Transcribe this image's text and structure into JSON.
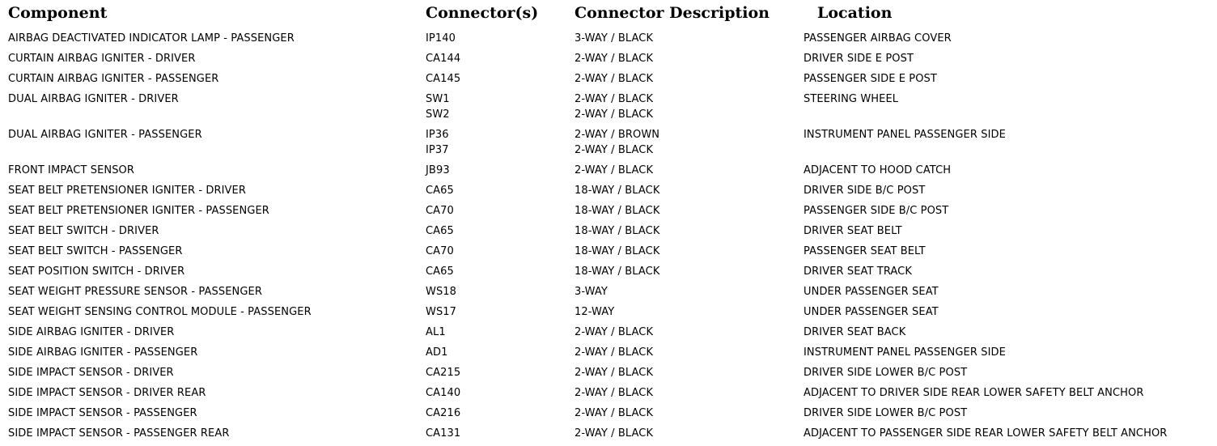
{
  "header": {
    "component": "Component",
    "connectors": "Connector(s)",
    "description": "Connector Description",
    "location": "Location"
  },
  "rows": [
    {
      "component": "AIRBAG DEACTIVATED INDICATOR LAMP -  PASSENGER",
      "connectors": [
        "IP140"
      ],
      "descriptions": [
        "3-WAY / BLACK"
      ],
      "location": "PASSENGER AIRBAG COVER"
    },
    {
      "component": "CURTAIN AIRBAG IGNITER -  DRIVER",
      "connectors": [
        "CA144"
      ],
      "descriptions": [
        "2-WAY / BLACK"
      ],
      "location": "DRIVER SIDE E POST"
    },
    {
      "component": "CURTAIN AIRBAG IGNITER -  PASSENGER",
      "connectors": [
        "CA145"
      ],
      "descriptions": [
        "2-WAY / BLACK"
      ],
      "location": "PASSENGER SIDE E POST"
    },
    {
      "component": "DUAL AIRBAG IGNITER -  DRIVER",
      "connectors": [
        "SW1",
        "SW2"
      ],
      "descriptions": [
        "2-WAY / BLACK",
        "2-WAY / BLACK"
      ],
      "location": "STEERING WHEEL"
    },
    {
      "component": "DUAL AIRBAG IGNITER -  PASSENGER",
      "connectors": [
        "IP36",
        "IP37"
      ],
      "descriptions": [
        "2-WAY / BROWN",
        "2-WAY / BLACK"
      ],
      "location": "INSTRUMENT PANEL PASSENGER SIDE"
    },
    {
      "component": "FRONT IMPACT SENSOR",
      "connectors": [
        "JB93"
      ],
      "descriptions": [
        "2-WAY / BLACK"
      ],
      "location": "ADJACENT TO HOOD CATCH"
    },
    {
      "component": "SEAT BELT PRETENSIONER IGNITER -  DRIVER",
      "connectors": [
        "CA65"
      ],
      "descriptions": [
        "18-WAY / BLACK"
      ],
      "location": "DRIVER SIDE B/C POST"
    },
    {
      "component": "SEAT BELT PRETENSIONER IGNITER -  PASSENGER",
      "connectors": [
        "CA70"
      ],
      "descriptions": [
        "18-WAY / BLACK"
      ],
      "location": "PASSENGER SIDE B/C POST"
    },
    {
      "component": "SEAT BELT SWITCH -  DRIVER",
      "connectors": [
        "CA65"
      ],
      "descriptions": [
        "18-WAY / BLACK"
      ],
      "location": "DRIVER SEAT BELT"
    },
    {
      "component": "SEAT BELT SWITCH -  PASSENGER",
      "connectors": [
        "CA70"
      ],
      "descriptions": [
        "18-WAY / BLACK"
      ],
      "location": "PASSENGER SEAT BELT"
    },
    {
      "component": "SEAT POSITION SWITCH -  DRIVER",
      "connectors": [
        "CA65"
      ],
      "descriptions": [
        "18-WAY / BLACK"
      ],
      "location": "DRIVER SEAT TRACK"
    },
    {
      "component": "SEAT WEIGHT PRESSURE SENSOR -  PASSENGER",
      "connectors": [
        "WS18"
      ],
      "descriptions": [
        "3-WAY"
      ],
      "location": "UNDER PASSENGER SEAT"
    },
    {
      "component": "SEAT WEIGHT SENSING CONTROL MODULE -  PASSENGER",
      "connectors": [
        "WS17"
      ],
      "descriptions": [
        "12-WAY"
      ],
      "location": "UNDER PASSENGER SEAT"
    },
    {
      "component": "SIDE AIRBAG IGNITER -  DRIVER",
      "connectors": [
        "AL1"
      ],
      "descriptions": [
        "2-WAY / BLACK"
      ],
      "location": "DRIVER SEAT BACK"
    },
    {
      "component": "SIDE AIRBAG IGNITER -  PASSENGER",
      "connectors": [
        "AD1"
      ],
      "descriptions": [
        "2-WAY / BLACK"
      ],
      "location": "INSTRUMENT PANEL PASSENGER SIDE"
    },
    {
      "component": "SIDE IMPACT SENSOR -  DRIVER",
      "connectors": [
        "CA215"
      ],
      "descriptions": [
        "2-WAY / BLACK"
      ],
      "location": "DRIVER SIDE LOWER B/C POST"
    },
    {
      "component": "SIDE IMPACT SENSOR -  DRIVER REAR",
      "connectors": [
        "CA140"
      ],
      "descriptions": [
        "2-WAY / BLACK"
      ],
      "location": "ADJACENT TO DRIVER SIDE REAR LOWER SAFETY BELT ANCHOR"
    },
    {
      "component": "SIDE IMPACT SENSOR -  PASSENGER",
      "connectors": [
        "CA216"
      ],
      "descriptions": [
        "2-WAY / BLACK"
      ],
      "location": "DRIVER SIDE LOWER B/C POST"
    },
    {
      "component": "SIDE IMPACT SENSOR -  PASSENGER REAR",
      "connectors": [
        "CA131"
      ],
      "descriptions": [
        "2-WAY / BLACK"
      ],
      "location": "ADJACENT TO PASSENGER SIDE REAR LOWER SAFETY BELT ANCHOR"
    }
  ]
}
